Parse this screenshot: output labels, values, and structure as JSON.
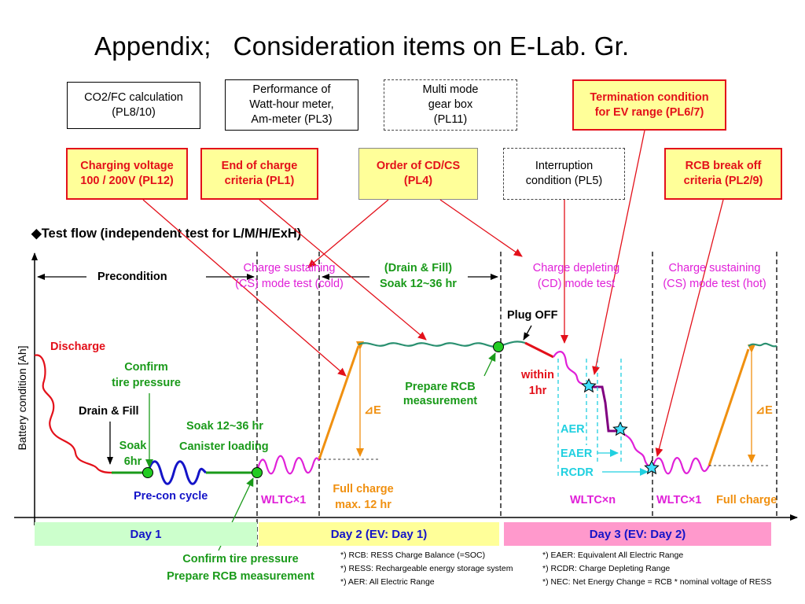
{
  "title": "Appendix;   Consideration items on E-Lab. Gr.",
  "boxes": {
    "co2": "CO2/FC calculation\n(PL8/10)",
    "perf": "Performance of\nWatt-hour meter,\nAm-meter (PL3)",
    "gear": "Multi mode\ngear box\n(PL11)",
    "term": "Termination condition\nfor EV range (PL6/7)",
    "charge_v": "Charging voltage\n100 / 200V (PL12)",
    "eoc": "End of charge\ncriteria (PL1)",
    "order": "Order of CD/CS\n(PL4)",
    "interrupt": "Interruption\ncondition (PL5)",
    "rcb": "RCB break off\ncriteria (PL2/9)"
  },
  "flow_title": "◆Test flow (independent test for L/M/H/ExH)",
  "y_axis": "Battery condition [Ah]",
  "phases": {
    "precondition": "Precondition",
    "cs_cold": "Charge sustaining\n(CS) mode test (cold)",
    "drain_fill_soak": "(Drain & Fill)\nSoak 12~36 hr",
    "cd": "Charge depleting\n(CD) mode test",
    "cs_hot": "Charge sustaining\n(CS) mode test (hot)"
  },
  "labels": {
    "discharge": "Discharge",
    "confirm_tire": "Confirm\ntire pressure",
    "drain_fill": "Drain & Fill",
    "soak6": "Soak\n6hr",
    "soak12": "Soak 12~36 hr",
    "canister": "Canister loading",
    "precon_cycle": "Pre-con cycle",
    "prepare_rcb": "Prepare RCB\nmeasurement",
    "plug_off": "Plug OFF",
    "within_1hr": "within\n1hr",
    "delta_e_1": "⊿E",
    "delta_e_2": "⊿E",
    "full_charge_12": "Full charge\nmax. 12 hr",
    "wltc1_a": "WLTC×1",
    "wltc_n": "WLTC×n",
    "wltc1_b": "WLTC×1",
    "full_charge": "Full charge",
    "aer": "AER",
    "eaer": "EAER",
    "rcdr": "RCDR",
    "confirm_prep": "Confirm tire pressure\nPrepare RCB measurement"
  },
  "days": {
    "day1": "Day 1",
    "day2": "Day 2 (EV: Day 1)",
    "day3": "Day 3 (EV: Day 2)"
  },
  "footnotes": {
    "left": [
      "*) RCB: RESS Charge Balance (=SOC)",
      "*) RESS:  Rechargeable energy storage system",
      "*) AER: All Electric Range"
    ],
    "right": [
      "*) EAER: Equivalent All Electric Range",
      "*) RCDR: Charge Depleting Range",
      "*) NEC: Net Energy Change = RCB * nominal voltage of RESS"
    ]
  },
  "colors": {
    "red": "#e3101a",
    "green": "#1a9a1a",
    "blue": "#1414c8",
    "magenta": "#e020d8",
    "orange": "#f09010",
    "cyan": "#20d0e0",
    "purple": "#800080",
    "day1_bg": "#ccffcc",
    "day2_bg": "#ffff99",
    "day3_bg": "#ff99cc"
  }
}
